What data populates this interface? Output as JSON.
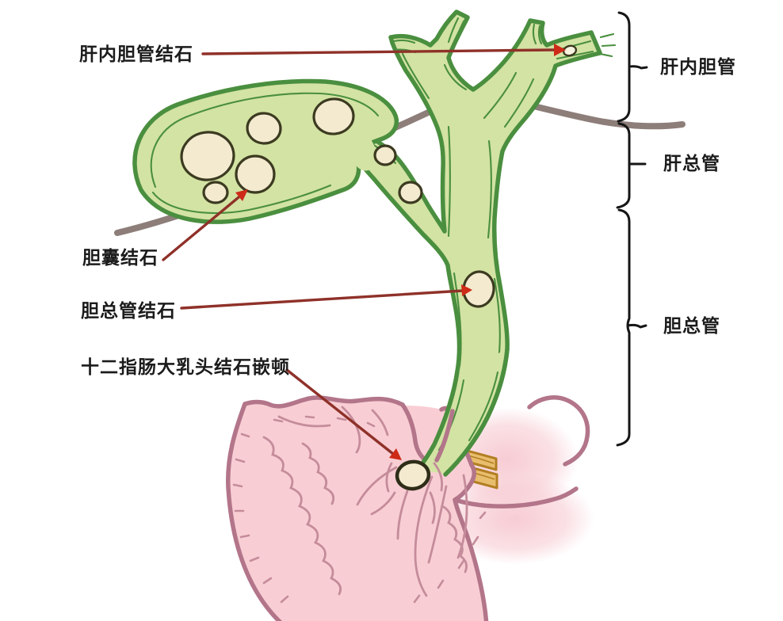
{
  "figure": {
    "annotations_left": [
      {
        "label": "肝内胆管结石"
      },
      {
        "label": "胆囊结石"
      },
      {
        "label": "胆总管结石"
      },
      {
        "label": "十二指肠大乳头结石嵌顿"
      }
    ],
    "regions_right": [
      {
        "label": "肝内胆管"
      },
      {
        "label": "肝总管"
      },
      {
        "label": "胆总管"
      }
    ],
    "colors": {
      "background": "#ffffff",
      "duct_outline": "#4a8f3f",
      "duct_fill": "#d3e3a3",
      "stone_fill": "#f3ead0",
      "stone_outline": "#3c3a21",
      "stomach_fill": "#f8ced4",
      "stomach_outline": "#b3758a",
      "stomach_fold": "#c58c9b",
      "liver_contour": "#8d7e7a",
      "pancreatic_outline": "#b27e22",
      "pancreatic_fill": "#e8bd6e",
      "arrow_line": "#8f3129",
      "arrow_head": "#ce2a18",
      "ink": "#1b1b1b"
    }
  }
}
